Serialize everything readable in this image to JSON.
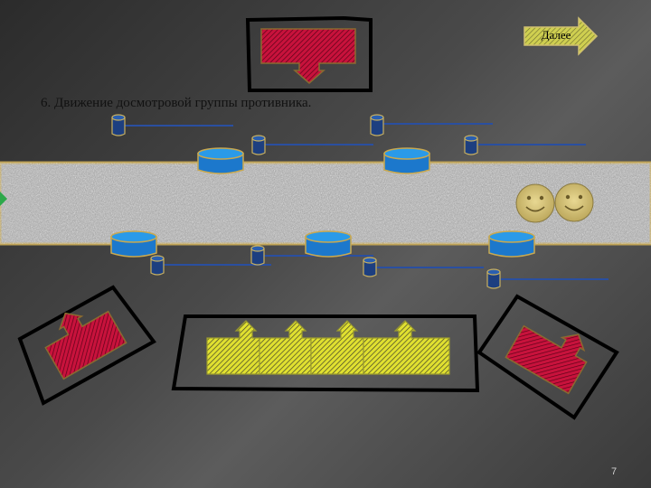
{
  "slide": {
    "caption": "6. Движение досмотровой группы противника.",
    "next_button_label": "Далее",
    "page_number": "7"
  },
  "colors": {
    "road": "#a8a8a8",
    "road_border": "#b9a050",
    "barrel": "#1f7fd0",
    "post": "#1d3f80",
    "line": "#2a4fa0",
    "red_arrow": "#c8123c",
    "yellow_arrow": "#d8d820",
    "smiley": "#d6c277"
  },
  "icons": [
    "right-arrow-icon",
    "down-arrow-icon",
    "up-arrow-icon",
    "smiley-face-icon",
    "barrel-icon",
    "post-icon"
  ]
}
